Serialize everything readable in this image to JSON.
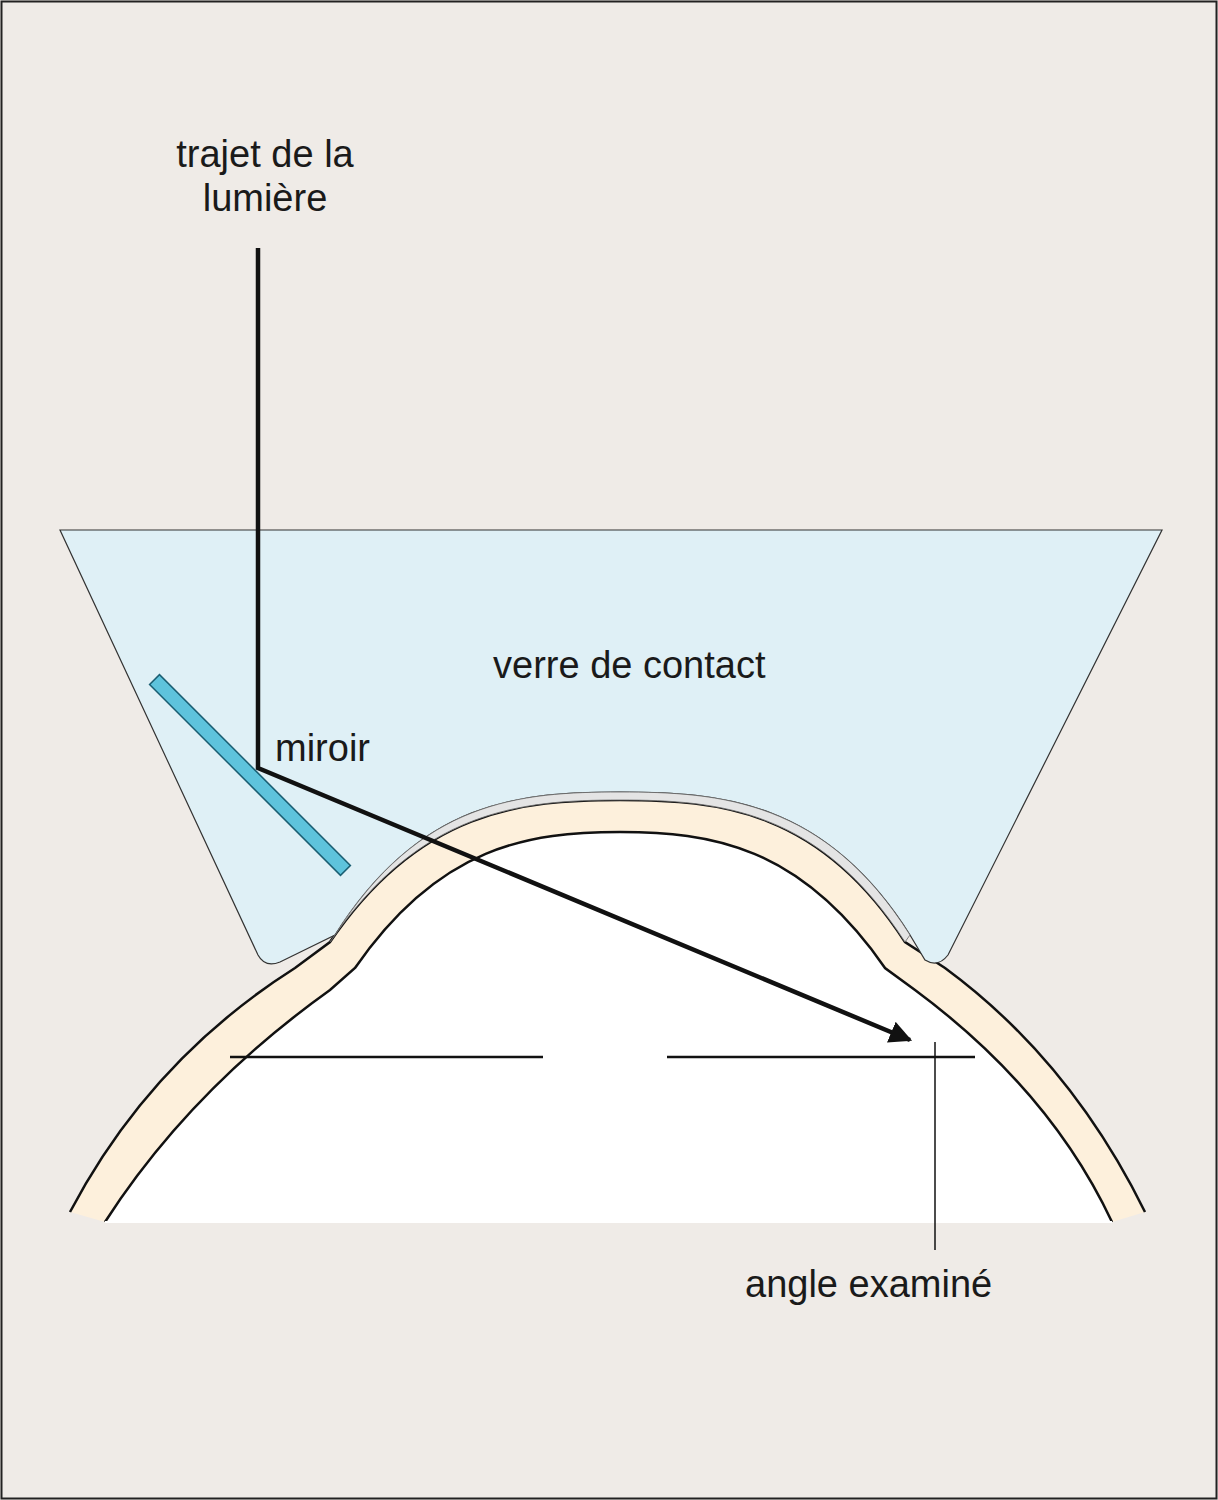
{
  "diagram": {
    "nodes": [
      {
        "text": [
          "verre de contact"
        ]
      }
    ],
    "labels": [
      "trajet de la lumière",
      "miroir",
      "angle examiné"
    ]
  }
}
